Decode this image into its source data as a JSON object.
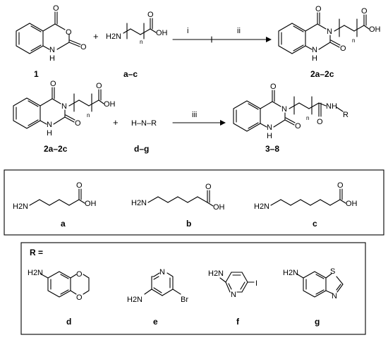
{
  "compounds": {
    "c1": "1",
    "ac": "a–c",
    "c2a": "2a–2c",
    "c2b": "2a–2c",
    "dg": "d–g",
    "c38": "3–8",
    "a": "a",
    "b": "b",
    "c": "c",
    "d": "d",
    "e": "e",
    "f": "f",
    "g": "g"
  },
  "plus": "+",
  "steps": {
    "i": "i",
    "ii": "ii",
    "iii": "iii"
  },
  "n_label": "n",
  "r_header": "R =",
  "atoms": {
    "O": "O",
    "N": "N",
    "S": "S",
    "H": "H",
    "H2N": "H2N",
    "NH": "NH",
    "OH": "OH",
    "Br": "Br",
    "I": "I",
    "R": "R",
    "HN": "H–N–R"
  }
}
